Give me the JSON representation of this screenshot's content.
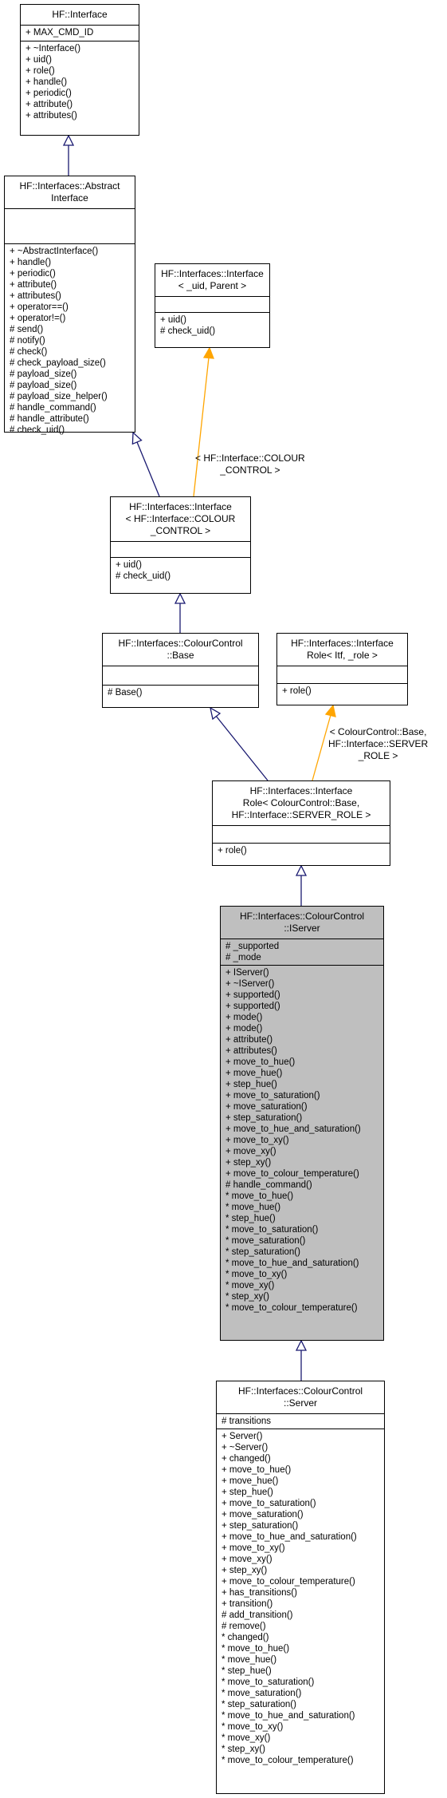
{
  "classes": {
    "interface": {
      "title": "HF::Interface",
      "attributes": [
        "+ MAX_CMD_ID"
      ],
      "methods": [
        "+ ~Interface()",
        "+ uid()",
        "+ role()",
        "+ handle()",
        "+ periodic()",
        "+ attribute()",
        "+ attributes()"
      ]
    },
    "abstract": {
      "title": "HF::Interfaces::Abstract\nInterface",
      "attributes": [],
      "methods": [
        "+ ~AbstractInterface()",
        "+ handle()",
        "+ periodic()",
        "+ attribute()",
        "+ attributes()",
        "+ operator==()",
        "+ operator!=()",
        "# send()",
        "# notify()",
        "# check()",
        "# check_payload_size()",
        "# payload_size()",
        "# payload_size()",
        "# payload_size_helper()",
        "# handle_command()",
        "# handle_attribute()",
        "# check_uid()"
      ]
    },
    "tmpl": {
      "title": "HF::Interfaces::Interface\n< _uid, Parent >",
      "attributes": [],
      "methods": [
        "+ uid()",
        "# check_uid()"
      ]
    },
    "colour": {
      "title": "HF::Interfaces::Interface\n< HF::Interface::COLOUR\n_CONTROL >",
      "attributes": [],
      "methods": [
        "+ uid()",
        "# check_uid()"
      ]
    },
    "base": {
      "title": "HF::Interfaces::ColourControl\n::Base",
      "attributes": [],
      "methods": [
        "# Base()"
      ]
    },
    "roletmpl": {
      "title": "HF::Interfaces::Interface\nRole< Itf, _role >",
      "attributes": [],
      "methods": [
        "+ role()"
      ]
    },
    "role": {
      "title": "HF::Interfaces::Interface\nRole< ColourControl::Base,\n HF::Interface::SERVER_ROLE >",
      "attributes": [],
      "methods": [
        "+ role()"
      ]
    },
    "iserver": {
      "title": "HF::Interfaces::ColourControl\n::IServer",
      "attributes": [
        "# _supported",
        "# _mode"
      ],
      "methods": [
        "+ IServer()",
        "+ ~IServer()",
        "+ supported()",
        "+ supported()",
        "+ mode()",
        "+ mode()",
        "+ attribute()",
        "+ attributes()",
        "+ move_to_hue()",
        "+ move_hue()",
        "+ step_hue()",
        "+ move_to_saturation()",
        "+ move_saturation()",
        "+ step_saturation()",
        "+ move_to_hue_and_saturation()",
        "+ move_to_xy()",
        "+ move_xy()",
        "+ step_xy()",
        "+ move_to_colour_temperature()",
        "# handle_command()",
        "* move_to_hue()",
        "* move_hue()",
        "* step_hue()",
        "* move_to_saturation()",
        "* move_saturation()",
        "* step_saturation()",
        "* move_to_hue_and_saturation()",
        "* move_to_xy()",
        "* move_xy()",
        "* step_xy()",
        "* move_to_colour_temperature()"
      ]
    },
    "server": {
      "title": "HF::Interfaces::ColourControl\n::Server",
      "attributes": [
        "# transitions"
      ],
      "methods": [
        "+ Server()",
        "+ ~Server()",
        "+ changed()",
        "+ move_to_hue()",
        "+ move_hue()",
        "+ step_hue()",
        "+ move_to_saturation()",
        "+ move_saturation()",
        "+ step_saturation()",
        "+ move_to_hue_and_saturation()",
        "+ move_to_xy()",
        "+ move_xy()",
        "+ step_xy()",
        "+ move_to_colour_temperature()",
        "+ has_transitions()",
        "+ transition()",
        "# add_transition()",
        "# remove()",
        "* changed()",
        "* move_to_hue()",
        "* move_hue()",
        "* step_hue()",
        "* move_to_saturation()",
        "* move_saturation()",
        "* step_saturation()",
        "* move_to_hue_and_saturation()",
        "* move_to_xy()",
        "* move_xy()",
        "* step_xy()",
        "* move_to_colour_temperature()"
      ]
    }
  },
  "edge_labels": {
    "colour_binding": "< HF::Interface::COLOUR\n_CONTROL >",
    "role_binding": "< ColourControl::Base,\nHF::Interface::SERVER\n_ROLE >"
  },
  "colors": {
    "inheritance": "#191970",
    "template": "#ffa500",
    "highlight": "#bfbfbf"
  }
}
